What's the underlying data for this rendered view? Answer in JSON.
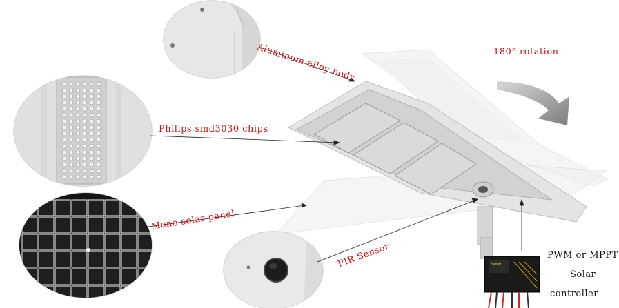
{
  "labels": {
    "aluminum": "Aluminum alloy body",
    "philips": "Philips smd3030 chips",
    "mono": "Mono solar panel",
    "pir": "PIR Sensor",
    "rotation": "180°  rotation",
    "ctrl_line1": "PWM or MPPT",
    "ctrl_line2": "Solar",
    "ctrl_line3": "controller"
  },
  "controller": {
    "brand": "sme"
  },
  "colors": {
    "label_red": "#cc1111",
    "text_black": "#111111",
    "housing_gray": "#e4e4e4",
    "panel_dark": "#1a1a1a",
    "arrow_gray": "#8a8a8a"
  }
}
